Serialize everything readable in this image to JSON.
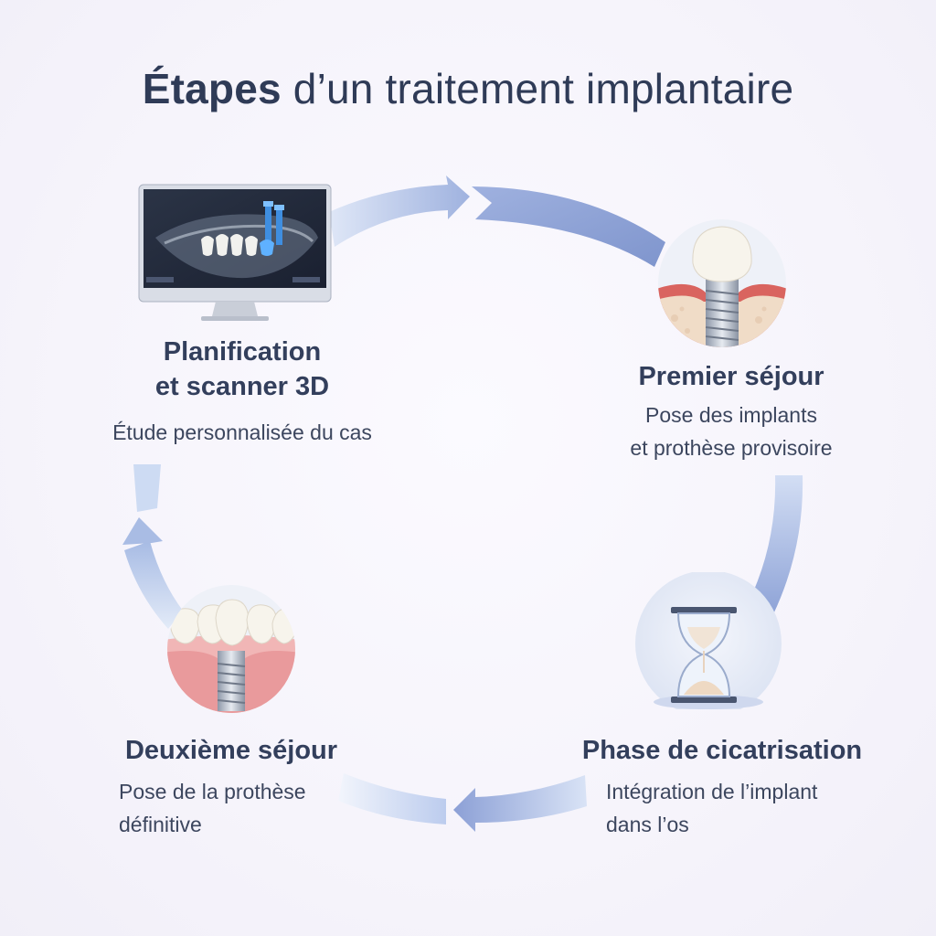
{
  "title": {
    "bold": "Étapes",
    "rest": " d’un traitement implantaire"
  },
  "steps": [
    {
      "title_line1": "Planification",
      "title_line2": "et scanner 3D",
      "desc_line1": "Étude personnalisée du cas",
      "icon": "monitor-3d-scan-icon"
    },
    {
      "title_line1": "Premier séjour",
      "desc_line1": "Pose des implants",
      "desc_line2": "et prothèse provisoire",
      "icon": "implant-with-crown-icon"
    },
    {
      "title_line1": "Phase de cicatrisation",
      "desc_line1": "Intégration de l’implant",
      "desc_line2": "dans l’os",
      "icon": "hourglass-icon"
    },
    {
      "title_line1": "Deuxième séjour",
      "desc_line1": "Pose de la prothèse",
      "desc_line2": "définitive",
      "icon": "implant-bridge-icon"
    }
  ],
  "colors": {
    "arrow": "#8fa3d6",
    "arrow_light": "#c9d7f2",
    "title": "#2f3b57",
    "gum": "#e47f86",
    "bone": "#f1d9c5"
  }
}
